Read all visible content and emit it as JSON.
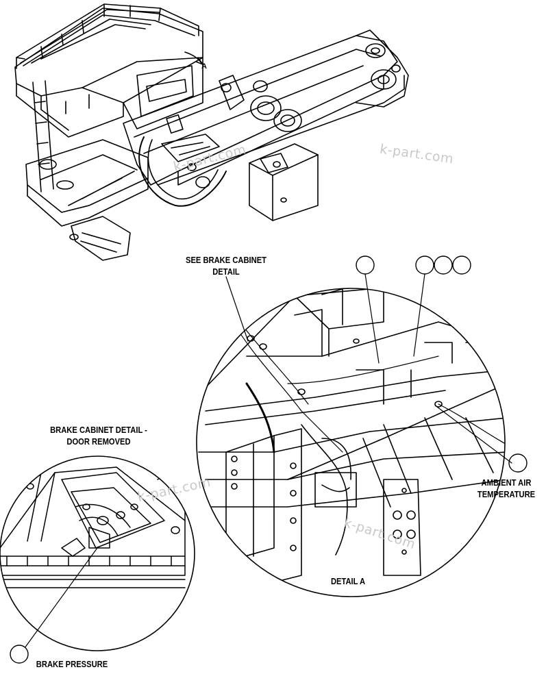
{
  "labels": {
    "see_brake_cabinet_line1": "SEE BRAKE CABINET",
    "see_brake_cabinet_line2": "DETAIL",
    "brake_cabinet_detail_line1": "BRAKE CABINET DETAIL -",
    "brake_cabinet_detail_line2": "DOOR REMOVED",
    "ambient_air_line1": "AMBIENT AIR",
    "ambient_air_line2": "TEMPERATURE",
    "detail_a": "DETAIL A",
    "brake_pressure": "BRAKE PRESSURE",
    "view_marker": "A"
  },
  "watermarks": {
    "top": "k-part.com",
    "right": "k-part.com",
    "left": "k-part.com",
    "bottom": "k-part.com"
  }
}
